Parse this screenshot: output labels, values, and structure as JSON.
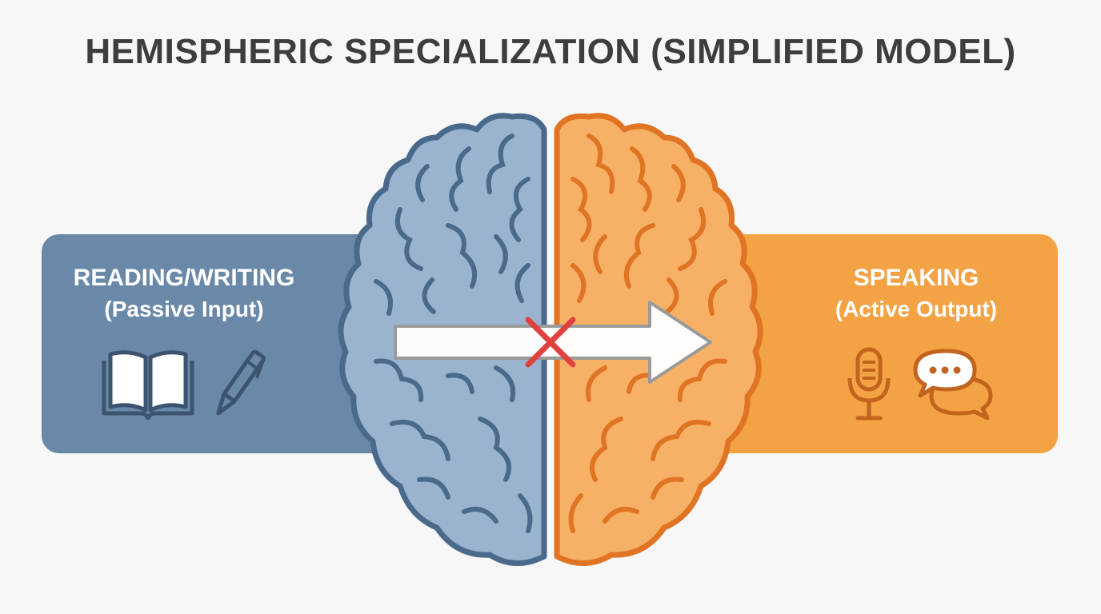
{
  "title": "HEMISPHERIC SPECIALIZATION (SIMPLIFIED MODEL)",
  "left_panel": {
    "heading": "READING/WRITING",
    "subheading": "(Passive Input)",
    "icons": [
      "open-book-icon",
      "pen-icon"
    ]
  },
  "right_panel": {
    "heading": "SPEAKING",
    "subheading": "(Active Output)",
    "icons": [
      "microphone-icon",
      "speech-bubbles-icon"
    ]
  },
  "colors": {
    "left_hemisphere": "#9ab4cf",
    "left_outline": "#4a6a8c",
    "right_hemisphere": "#f7b166",
    "right_outline": "#e07423",
    "left_panel": "#6a89a8",
    "right_panel": "#f3a244",
    "blocked_marker": "#e0413e",
    "title_text": "#3d3d3d"
  }
}
